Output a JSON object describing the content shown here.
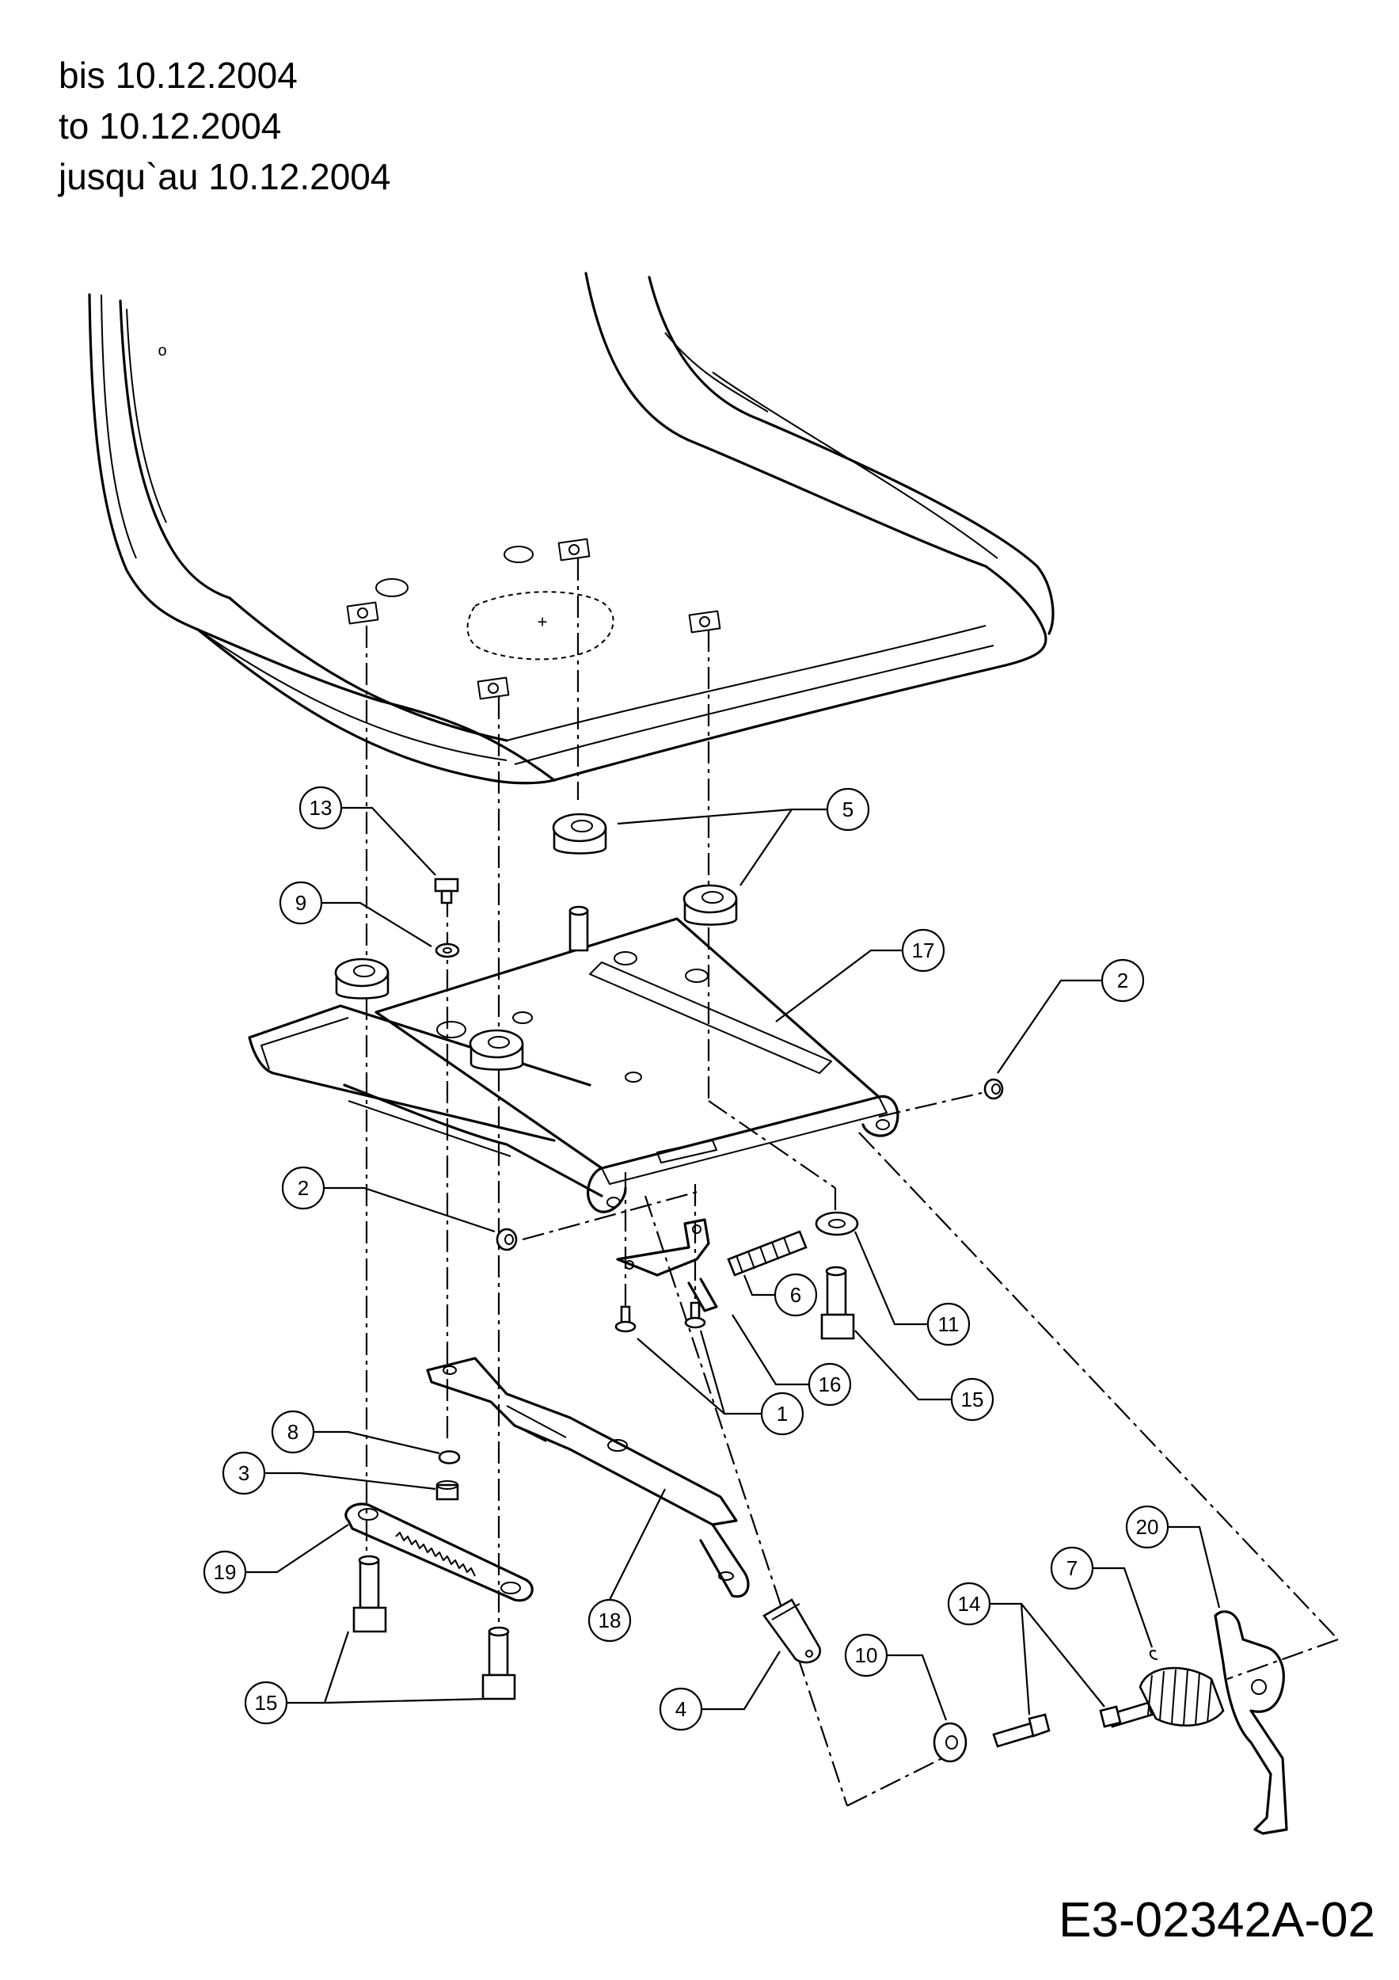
{
  "header": {
    "line1": "bis 10.12.2004",
    "line2": "to 10.12.2004",
    "line3": "jusqu`au 10.12.2004"
  },
  "document_number": "E3-02342A-02",
  "callouts": [
    {
      "id": "c13",
      "label": "13"
    },
    {
      "id": "c5",
      "label": "5"
    },
    {
      "id": "c9",
      "label": "9"
    },
    {
      "id": "c17",
      "label": "17"
    },
    {
      "id": "c2a",
      "label": "2"
    },
    {
      "id": "c2b",
      "label": "2"
    },
    {
      "id": "c6",
      "label": "6"
    },
    {
      "id": "c11",
      "label": "11"
    },
    {
      "id": "c16",
      "label": "16"
    },
    {
      "id": "c15a",
      "label": "15"
    },
    {
      "id": "c1",
      "label": "1"
    },
    {
      "id": "c8",
      "label": "8"
    },
    {
      "id": "c3",
      "label": "3"
    },
    {
      "id": "c19",
      "label": "19"
    },
    {
      "id": "c18",
      "label": "18"
    },
    {
      "id": "c20",
      "label": "20"
    },
    {
      "id": "c7",
      "label": "7"
    },
    {
      "id": "c14",
      "label": "14"
    },
    {
      "id": "c10",
      "label": "10"
    },
    {
      "id": "c4",
      "label": "4"
    },
    {
      "id": "c15b",
      "label": "15"
    }
  ]
}
